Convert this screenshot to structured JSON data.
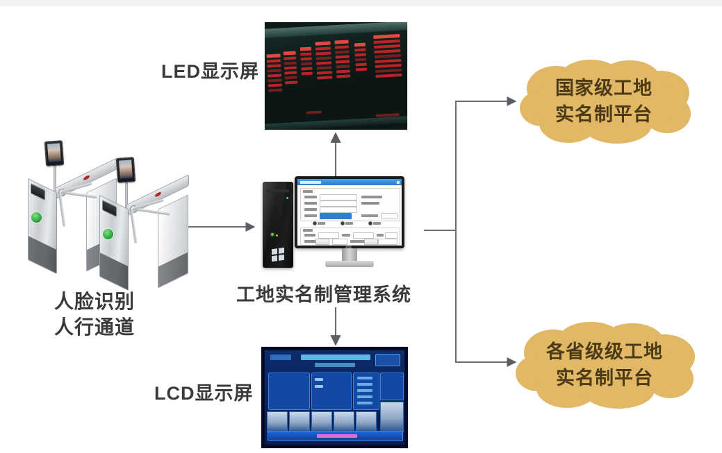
{
  "diagram": {
    "title_visible": false,
    "background_color": "#ffffff",
    "nodes": {
      "led_display": {
        "label": "LED显示屏",
        "type": "photo-led-board",
        "description": "红色文字LED信息屏照片"
      },
      "lcd_display": {
        "label": "LCD显示屏",
        "type": "photo-lcd-dashboard",
        "description": "蓝色工地实名制大屏看板照片"
      },
      "turnstile": {
        "label_line1": "人脸识别",
        "label_line2": "人行通道",
        "type": "photo-turnstile",
        "count": 2,
        "indicator_color": "#1d9b36"
      },
      "management_system": {
        "label": "工地实名制管理系统",
        "type": "photo-desktop-computer"
      },
      "cloud_national": {
        "line1": "国家级工地",
        "line2": "实名制平台",
        "fill_color": "#e0b866",
        "text_color": "#4b3a16"
      },
      "cloud_provincial": {
        "line1": "各省级级工地",
        "line2": "实名制平台",
        "fill_color": "#e0b866",
        "text_color": "#4b3a16"
      }
    },
    "connectors": [
      {
        "name": "turnstile-to-system",
        "from": "turnstile",
        "to": "management_system",
        "direction": "right",
        "arrow": true
      },
      {
        "name": "system-to-led",
        "from": "management_system",
        "to": "led_display",
        "direction": "up",
        "arrow": true
      },
      {
        "name": "system-to-lcd",
        "from": "management_system",
        "to": "lcd_display",
        "direction": "down",
        "arrow": true
      },
      {
        "name": "system-to-national-cloud",
        "from": "management_system",
        "to": "cloud_national",
        "direction": "right",
        "arrow": true
      },
      {
        "name": "system-to-provincial-cloud",
        "from": "management_system",
        "to": "cloud_provincial",
        "direction": "right",
        "arrow": true
      }
    ],
    "line_color": "#6e6e6e"
  },
  "screens": {
    "lcd_board": {
      "title_hint": "工地实名制大屏",
      "thumbnail_count": 6,
      "panel_count": 4
    },
    "led_board": {
      "column_count": 7,
      "text_color": "#d8262a"
    },
    "monitor_form": {
      "titlebar_color": "#2b7fc9",
      "field_rows": 10
    }
  }
}
